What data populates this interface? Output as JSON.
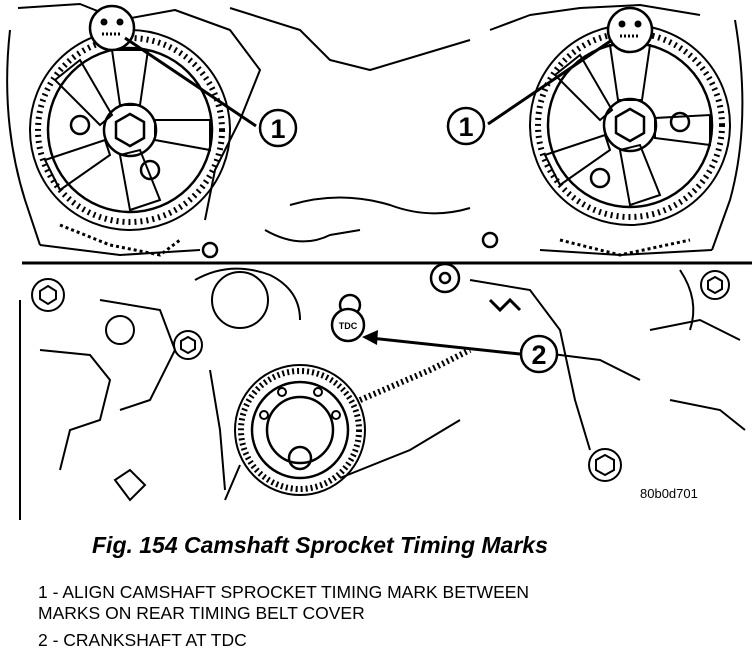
{
  "figure": {
    "caption": "Fig. 154 Camshaft Sprocket Timing Marks",
    "code": "80b0d701"
  },
  "callouts": {
    "left_cam": "1",
    "right_cam": "1",
    "crank": "2",
    "tdc": "TDC"
  },
  "legend": [
    {
      "line1": "1 - ALIGN CAMSHAFT SPROCKET TIMING MARK BETWEEN",
      "line2": "MARKS ON REAR TIMING BELT COVER"
    },
    {
      "line1": "2 - CRANKSHAFT AT TDC"
    }
  ]
}
